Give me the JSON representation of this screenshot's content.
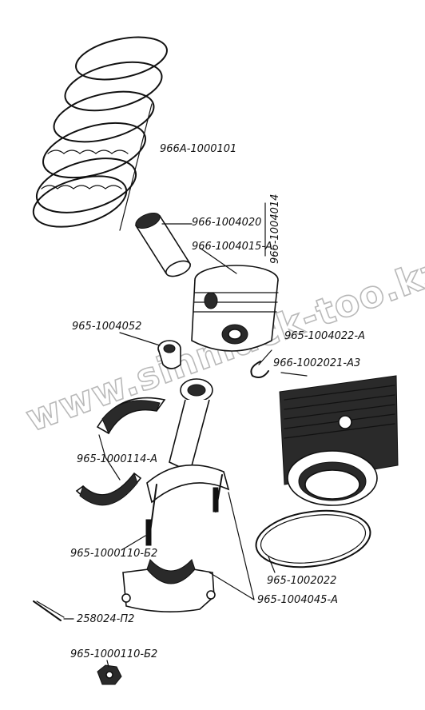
{
  "watermark": "www.sinmack-too.kz",
  "labels": {
    "rings_set": "966А-1000101",
    "piston_pin": "966-1004020",
    "piston": "966-1004015-А",
    "piston_assembly": "966-1004014",
    "pin_bushing": "965-1004052",
    "retaining_ring": "965-1004022-А",
    "cylinder": "966-1002021-А3",
    "bearing_shells": "965-1000114-А",
    "conrod_bolt": "965-1000110-Б2",
    "cylinder_gasket": "965-1002022",
    "conrod_assembly": "965-1004045-А",
    "cotter_pin": "258024-П2",
    "conrod_nut": "965-1000110-Б2"
  }
}
